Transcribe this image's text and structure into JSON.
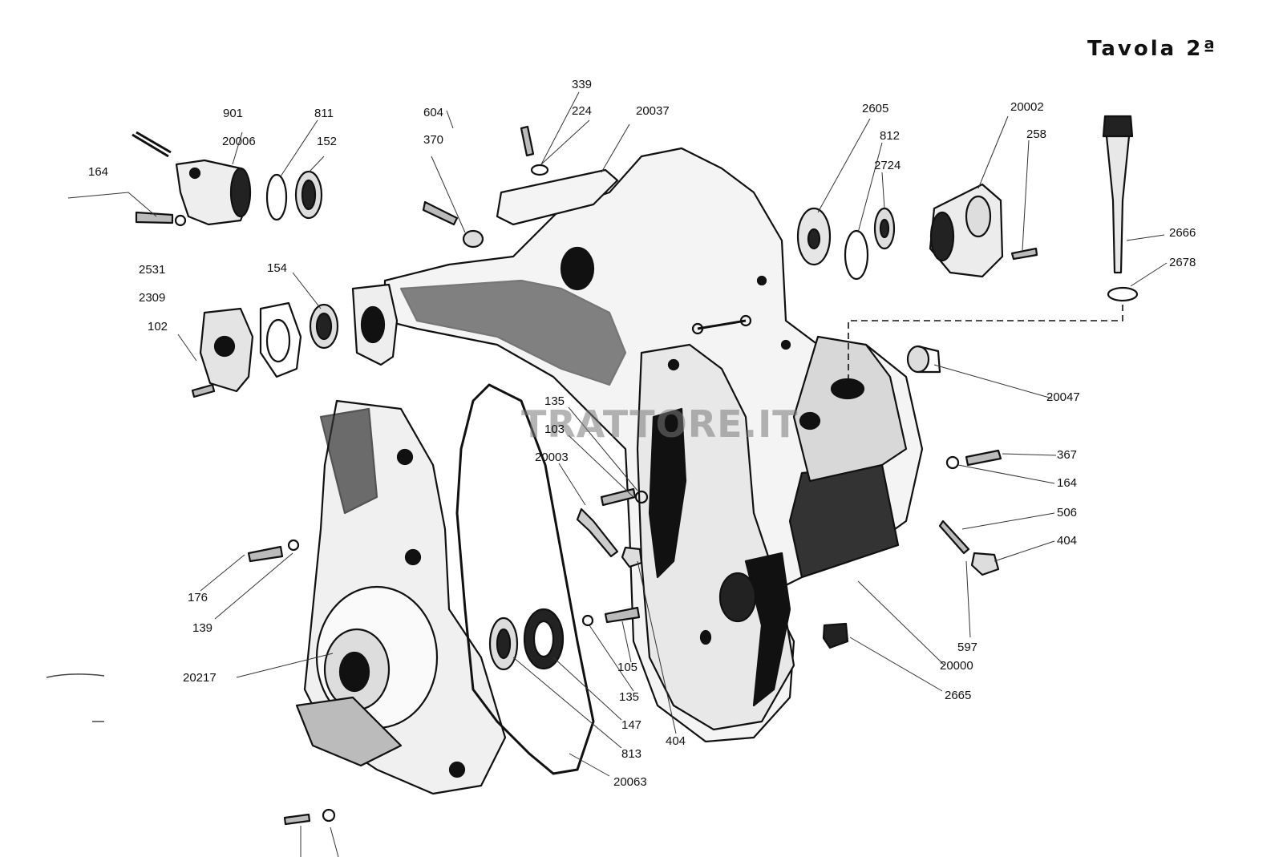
{
  "title": "Tavola 2ª",
  "watermark": "TRATTORE.IT",
  "labels": {
    "l901": "901",
    "l811": "811",
    "l20006": "20006",
    "l152": "152",
    "l164a": "164",
    "l604": "604",
    "l370": "370",
    "l339": "339",
    "l224": "224",
    "l20037": "20037",
    "l2605": "2605",
    "l812": "812",
    "l2724": "2724",
    "l20002": "20002",
    "l258": "258",
    "l2666": "2666",
    "l2678": "2678",
    "l2531": "2531",
    "l2309": "2309",
    "l102": "102",
    "l154": "154",
    "l20047": "20047",
    "l135a": "135",
    "l103": "103",
    "l20003": "20003",
    "l367": "367",
    "l164b": "164",
    "l506": "506",
    "l404a": "404",
    "l176": "176",
    "l139": "139",
    "l20217": "20217",
    "l105": "105",
    "l135b": "135",
    "l147": "147",
    "l813": "813",
    "l20063": "20063",
    "l404b": "404",
    "l597": "597",
    "l20000": "20000",
    "l2665": "2665"
  }
}
